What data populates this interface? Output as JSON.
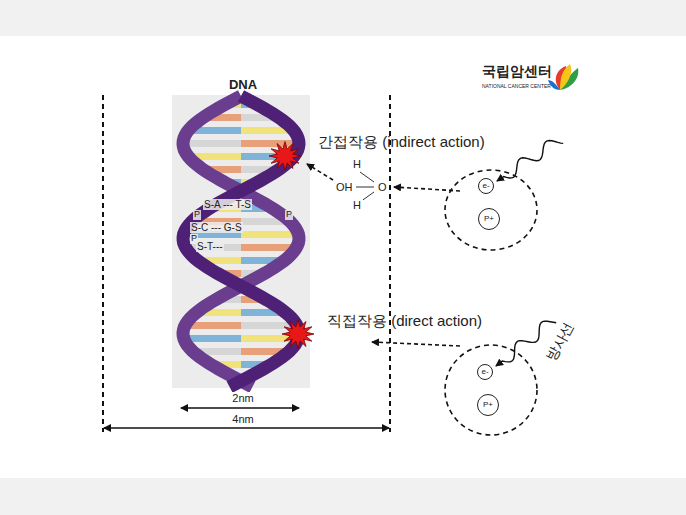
{
  "diagram": {
    "nodes": [
      {
        "text": [
          "e-"
        ]
      },
      {
        "text": [
          "P+"
        ]
      },
      {
        "text": [
          "e-"
        ]
      },
      {
        "text": [
          "P+"
        ]
      }
    ],
    "labels": [
      "DNA",
      "국립암센터",
      "NATIONAL CANCER CENTER",
      "간접작용 (indirect action)",
      "H",
      "OH",
      "O",
      "H",
      "S-A --- T-S",
      "P",
      "S-C --- G-S",
      "P",
      "P",
      "S-T---",
      "직접작용 (direct action)",
      "방사선",
      "2nm",
      "4nm"
    ]
  }
}
